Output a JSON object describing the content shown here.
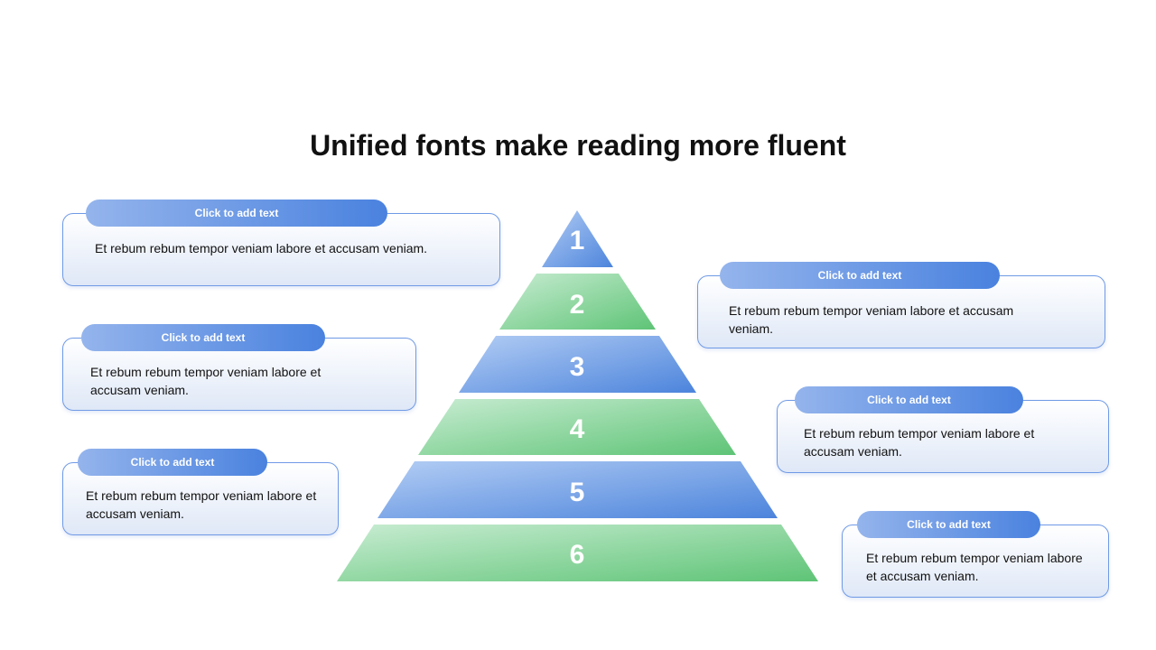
{
  "title": "Unified fonts make reading more fluent",
  "pyramid": {
    "levels": [
      {
        "number": "1",
        "color_theme": "blue"
      },
      {
        "number": "2",
        "color_theme": "green"
      },
      {
        "number": "3",
        "color_theme": "blue"
      },
      {
        "number": "4",
        "color_theme": "green"
      },
      {
        "number": "5",
        "color_theme": "blue"
      },
      {
        "number": "6",
        "color_theme": "green"
      }
    ]
  },
  "colors": {
    "blue_light": "#aac6f2",
    "blue_dark": "#4f86dd",
    "green_light": "#bfe8c9",
    "green_dark": "#63c77b",
    "pill_light": "#94b4ec",
    "pill_dark": "#4a82df",
    "card_border": "#6f9ae6"
  },
  "cards": [
    {
      "pill_label": "Click to add text",
      "body": "Et rebum rebum tempor veniam labore et accusam veniam."
    },
    {
      "pill_label": "Click to add text",
      "body": "Et rebum rebum tempor veniam labore et accusam veniam."
    },
    {
      "pill_label": "Click to add text",
      "body": "Et rebum rebum tempor veniam labore et accusam veniam."
    },
    {
      "pill_label": "Click to add text",
      "body": "Et rebum rebum tempor veniam labore et accusam veniam."
    },
    {
      "pill_label": "Click to add text",
      "body": "Et rebum rebum tempor veniam labore et accusam veniam."
    },
    {
      "pill_label": "Click to add text",
      "body": "Et rebum rebum tempor veniam labore et accusam veniam."
    }
  ]
}
